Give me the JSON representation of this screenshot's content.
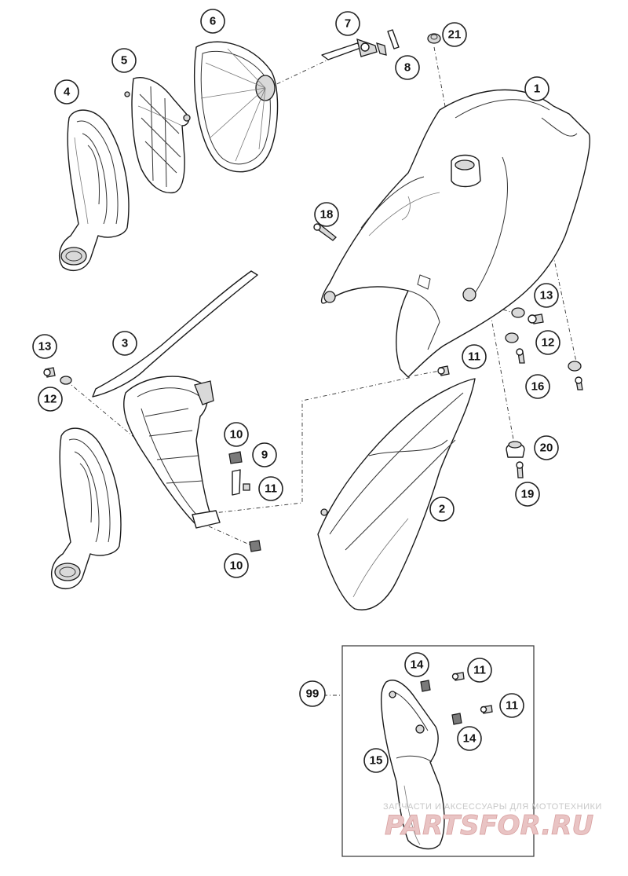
{
  "callouts": {
    "c1": "1",
    "c2": "2",
    "c3": "3",
    "c4": "4",
    "c5": "5",
    "c6": "6",
    "c7": "7",
    "c8": "8",
    "c9": "9",
    "c10a": "10",
    "c10b": "10",
    "c11a": "11",
    "c11b": "11",
    "c11c": "11",
    "c11d": "11",
    "c12a": "12",
    "c12b": "12",
    "c13a": "13",
    "c13b": "13",
    "c14a": "14",
    "c14b": "14",
    "c15": "15",
    "c16": "16",
    "c18": "18",
    "c19": "19",
    "c20": "20",
    "c21": "21",
    "c99": "99"
  },
  "watermark": {
    "top": "ЗАПЧАСТИ И АКСЕССУАРЫ ДЛЯ МОТОТЕХНИКИ",
    "main": "PARTSFOR.RU"
  }
}
